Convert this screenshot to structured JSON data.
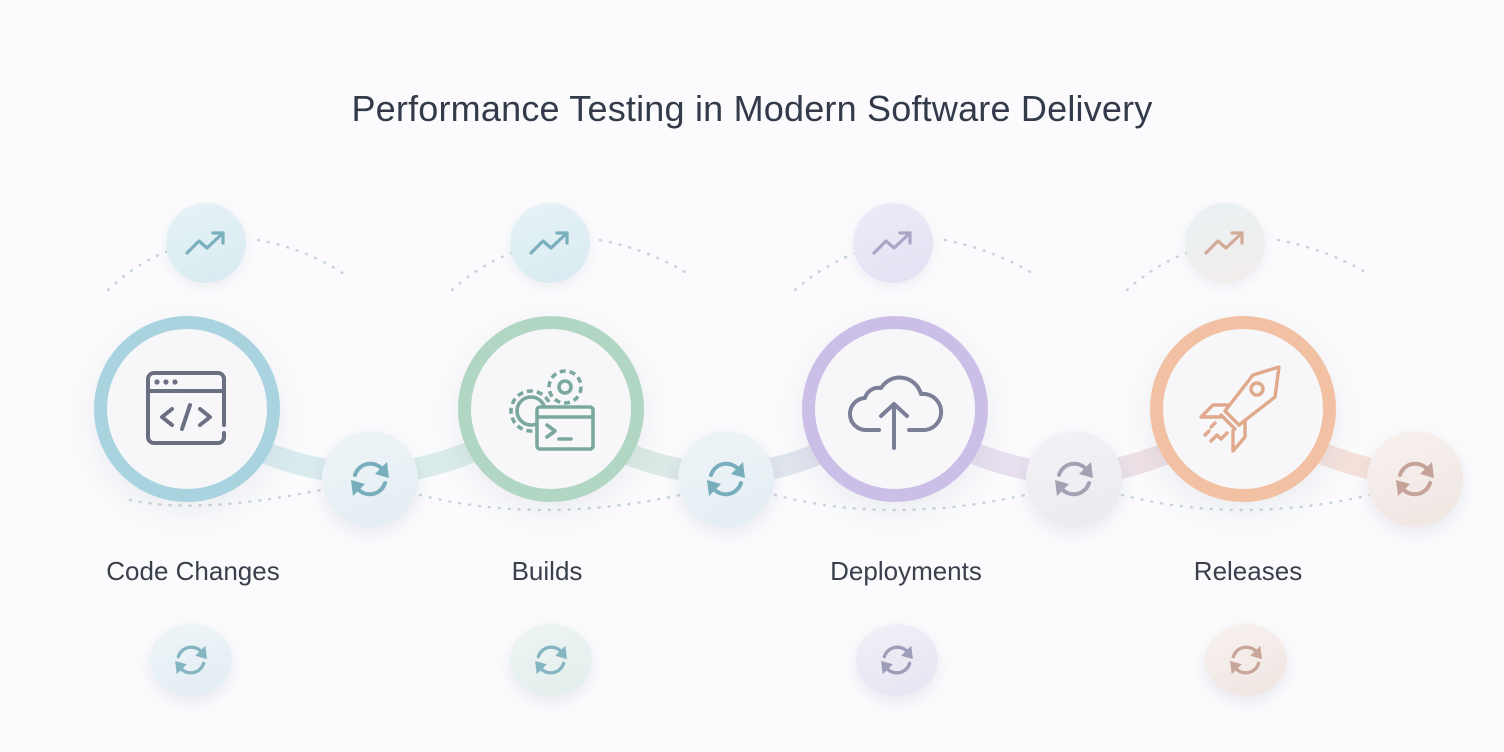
{
  "title": "Performance Testing in Modern Software Delivery",
  "stages": [
    {
      "label": "Code Changes",
      "icon": "code-window-icon",
      "ring_color": "#a9d3df",
      "accent": "#6fa8b5",
      "icon_color": "#6b6f82"
    },
    {
      "label": "Builds",
      "icon": "gears-terminal-icon",
      "ring_color": "#b2d6c4",
      "accent": "#6fa8b5",
      "icon_color": "#7aa89c"
    },
    {
      "label": "Deployments",
      "icon": "cloud-upload-icon",
      "ring_color": "#cbbfe8",
      "accent": "#9a9ab8",
      "icon_color": "#7c7f98"
    },
    {
      "label": "Releases",
      "icon": "rocket-icon",
      "ring_color": "#f2c1a4",
      "accent": "#c9a294",
      "icon_color": "#e0a98c"
    }
  ],
  "icons": {
    "trend": "trending-up-icon",
    "cycle": "refresh-cycle-icon"
  },
  "colors": {
    "background": "#fbfbfd",
    "title": "#333a4a",
    "label": "#3a3f4c"
  }
}
